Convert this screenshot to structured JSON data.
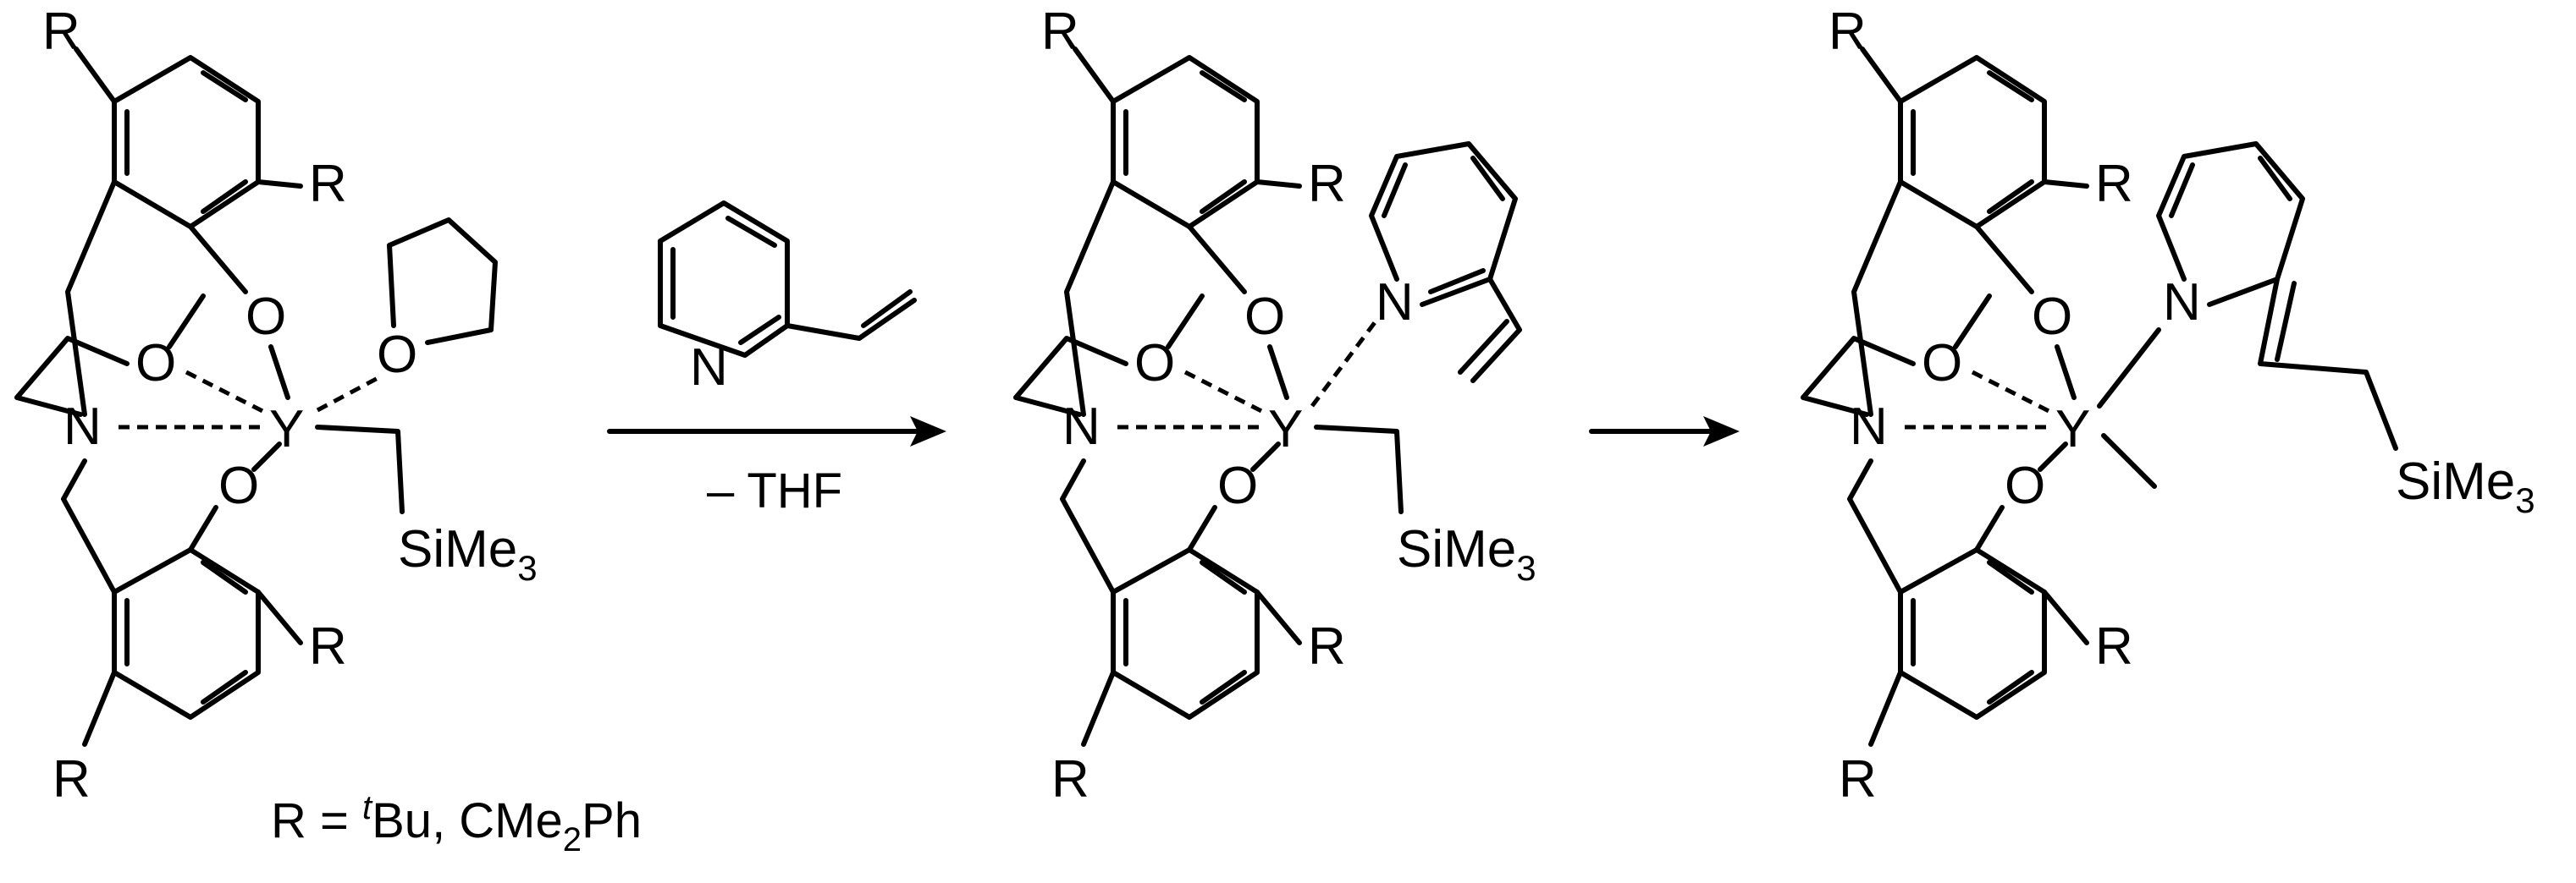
{
  "reagent": {
    "label": "N",
    "condition": "– THF"
  },
  "definition": {
    "lhs": "R = ",
    "sup": "t",
    "bu": "Bu, CMe",
    "sub": "2",
    "ph": "Ph"
  },
  "substituent": "R",
  "metal": "Y",
  "amine": "N",
  "oxygen": "O",
  "pyridine_n": "N",
  "silyl": {
    "base": "SiMe",
    "sub": "3"
  },
  "colors": {
    "ink": "#000000",
    "background": "#ffffff"
  }
}
